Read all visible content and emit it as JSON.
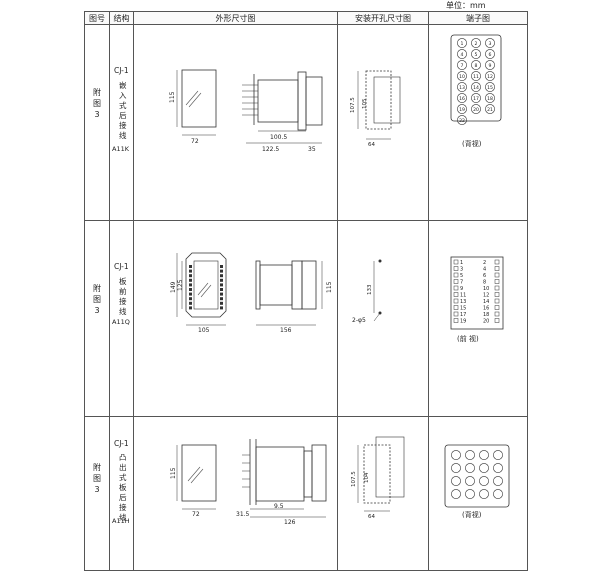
{
  "unit_label": "单位：mm",
  "header": {
    "col_fig_no": "图号",
    "col_structure": "结构",
    "col_outline": "外形尺寸图",
    "col_cutout": "安装开孔尺寸图",
    "col_terminal": "端子图"
  },
  "rows": [
    {
      "fig_no": [
        "附",
        "图",
        "3"
      ],
      "model": "CJ-1",
      "structure": [
        "嵌",
        "入",
        "式",
        "后",
        "接",
        "线"
      ],
      "code": "A11K",
      "outline_dims": [
        "115",
        "72",
        "100.5",
        "122.5",
        "35"
      ],
      "cutout_dims": [
        "107.5",
        "105",
        "64"
      ],
      "terminal_numbers": [
        "1",
        "2",
        "3",
        "4",
        "5",
        "6",
        "7",
        "8",
        "9",
        "10",
        "11",
        "12",
        "13",
        "14",
        "15",
        "16",
        "17",
        "18",
        "19",
        "20",
        "21",
        "22"
      ],
      "terminal_caption": "(背视)"
    },
    {
      "fig_no": [
        "附",
        "图",
        "3"
      ],
      "model": "CJ-1",
      "structure": [
        "板",
        "前",
        "接",
        "线"
      ],
      "code": "A11Q",
      "outline_dims": [
        "149",
        "125",
        "105",
        "156",
        "115"
      ],
      "cutout_dims": [
        "133",
        "2-φ5"
      ],
      "terminal_left": [
        "1",
        "3",
        "5",
        "7",
        "9",
        "11",
        "13",
        "15",
        "17",
        "19"
      ],
      "terminal_right": [
        "2",
        "4",
        "6",
        "8",
        "10",
        "12",
        "14",
        "16",
        "18",
        "20"
      ],
      "terminal_caption": "(前 视)"
    },
    {
      "fig_no": [
        "附",
        "图",
        "3"
      ],
      "model": "CJ-1",
      "structure": [
        "凸",
        "出",
        "式",
        "板",
        "后",
        "接",
        "线"
      ],
      "code": "A11H",
      "outline_dims": [
        "115",
        "72",
        "9.5",
        "126",
        "31.5"
      ],
      "cutout_dims": [
        "107.5",
        "104",
        "64"
      ],
      "terminal_caption": "(背视)"
    }
  ]
}
